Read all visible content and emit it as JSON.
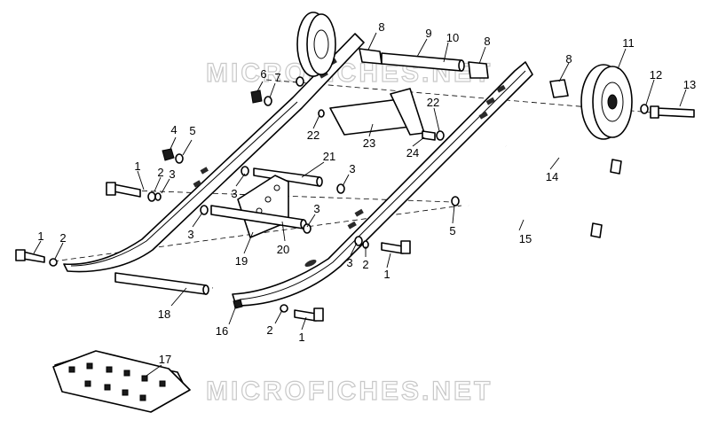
{
  "watermark": {
    "top_text": "MICROFICHES.NET",
    "bottom_text": "MICROFICHES.NET",
    "color": "#c8c8c8"
  },
  "callouts": [
    {
      "id": "c1a",
      "label": "1"
    },
    {
      "id": "c2a",
      "label": "2"
    },
    {
      "id": "c1b",
      "label": "1"
    },
    {
      "id": "c2b",
      "label": "2"
    },
    {
      "id": "c3a",
      "label": "3"
    },
    {
      "id": "c4",
      "label": "4"
    },
    {
      "id": "c5a",
      "label": "5"
    },
    {
      "id": "c6",
      "label": "6"
    },
    {
      "id": "c7",
      "label": "7"
    },
    {
      "id": "c8a",
      "label": "8"
    },
    {
      "id": "c9",
      "label": "9"
    },
    {
      "id": "c10",
      "label": "10"
    },
    {
      "id": "c8b",
      "label": "8"
    },
    {
      "id": "c8c",
      "label": "8"
    },
    {
      "id": "c11",
      "label": "11"
    },
    {
      "id": "c12",
      "label": "12"
    },
    {
      "id": "c13",
      "label": "13"
    },
    {
      "id": "c22a",
      "label": "22"
    },
    {
      "id": "c22b",
      "label": "22"
    },
    {
      "id": "c23",
      "label": "23"
    },
    {
      "id": "c24",
      "label": "24"
    },
    {
      "id": "c14",
      "label": "14"
    },
    {
      "id": "c21",
      "label": "21"
    },
    {
      "id": "c3b",
      "label": "3"
    },
    {
      "id": "c3c",
      "label": "3"
    },
    {
      "id": "c3d",
      "label": "3"
    },
    {
      "id": "c3e",
      "label": "3"
    },
    {
      "id": "c19",
      "label": "19"
    },
    {
      "id": "c20",
      "label": "20"
    },
    {
      "id": "c5b",
      "label": "5"
    },
    {
      "id": "c15",
      "label": "15"
    },
    {
      "id": "c3f",
      "label": "3"
    },
    {
      "id": "c2c",
      "label": "2"
    },
    {
      "id": "c1c",
      "label": "1"
    },
    {
      "id": "c18",
      "label": "18"
    },
    {
      "id": "c16",
      "label": "16"
    },
    {
      "id": "c2d",
      "label": "2"
    },
    {
      "id": "c1d",
      "label": "1"
    },
    {
      "id": "c17",
      "label": "17"
    }
  ]
}
